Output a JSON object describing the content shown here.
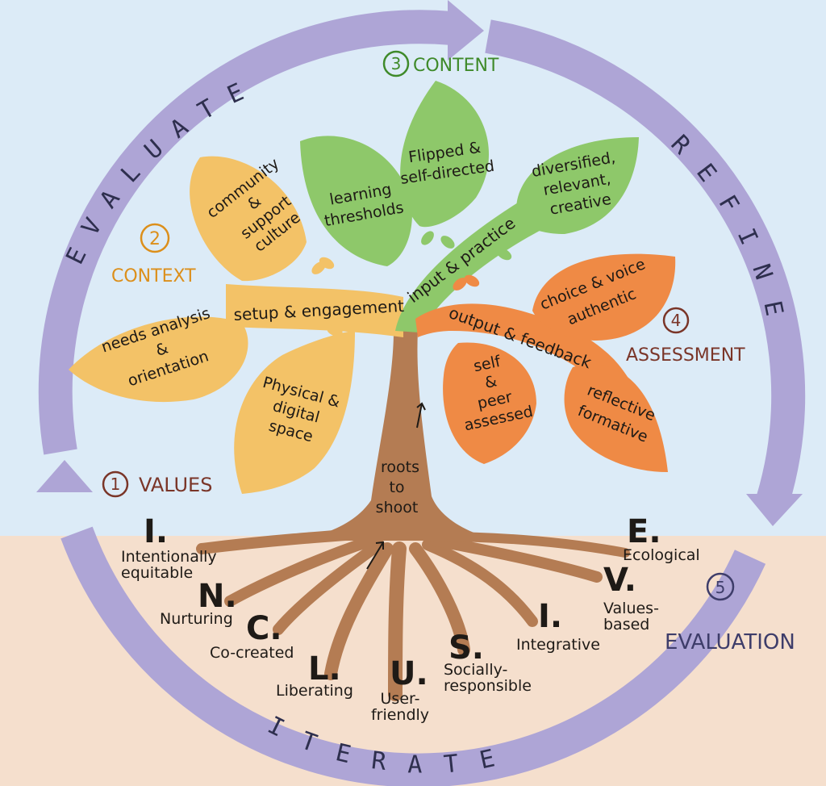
{
  "colors": {
    "sky": "#dcebf7",
    "ground": "#f5dfcd",
    "ring": "#aea5d6",
    "trunk": "#b47c53",
    "context": "#f3c267",
    "content": "#8ec86a",
    "assessment": "#ef8a45",
    "values_num": "#7a3528",
    "context_num": "#dc8f1b",
    "content_num": "#3f8a2a",
    "assessment_num": "#7a3528",
    "evaluation_num": "#3e3d6a"
  },
  "ring": {
    "top_left": "EVALUATE",
    "right": "REFINE",
    "bottom": "ITERATE"
  },
  "stages": {
    "values": {
      "num": "1",
      "label": "VALUES"
    },
    "context": {
      "num": "2",
      "label": "CONTEXT"
    },
    "content": {
      "num": "3",
      "label": "CONTENT"
    },
    "assessment": {
      "num": "4",
      "label": "ASSESSMENT"
    },
    "evaluation": {
      "num": "5",
      "label": "EVALUATION"
    }
  },
  "branches": {
    "setup": "setup & engagement",
    "input": "input & practice",
    "output": "output & feedback"
  },
  "trunk": {
    "l1": "roots",
    "l2": "to",
    "l3": "shoot"
  },
  "leaves": {
    "community": [
      "community",
      "&",
      "support",
      "culture"
    ],
    "needs": [
      "needs analysis",
      "&",
      "orientation"
    ],
    "physical": [
      "Physical &",
      "digital",
      "space"
    ],
    "learning": [
      "learning",
      "thresholds"
    ],
    "flipped": [
      "Flipped &",
      "self-directed"
    ],
    "diversified": [
      "diversified,",
      "relevant,",
      "creative"
    ],
    "choice": [
      "choice & voice",
      "authentic"
    ],
    "self": [
      "self",
      "&",
      "peer",
      "assessed"
    ],
    "reflective": [
      "reflective",
      "formative"
    ]
  },
  "roots": [
    {
      "letter": "I.",
      "lines": [
        "Intentionally",
        "equitable"
      ]
    },
    {
      "letter": "N.",
      "lines": [
        "Nurturing"
      ]
    },
    {
      "letter": "C.",
      "lines": [
        "Co-created"
      ]
    },
    {
      "letter": "L.",
      "lines": [
        "Liberating"
      ]
    },
    {
      "letter": "U.",
      "lines": [
        "User-",
        "friendly"
      ]
    },
    {
      "letter": "S.",
      "lines": [
        "Socially-",
        "responsible"
      ]
    },
    {
      "letter": "I.",
      "lines": [
        "Integrative"
      ]
    },
    {
      "letter": "V.",
      "lines": [
        "Values-",
        "based"
      ]
    },
    {
      "letter": "E.",
      "lines": [
        "Ecological"
      ]
    }
  ]
}
